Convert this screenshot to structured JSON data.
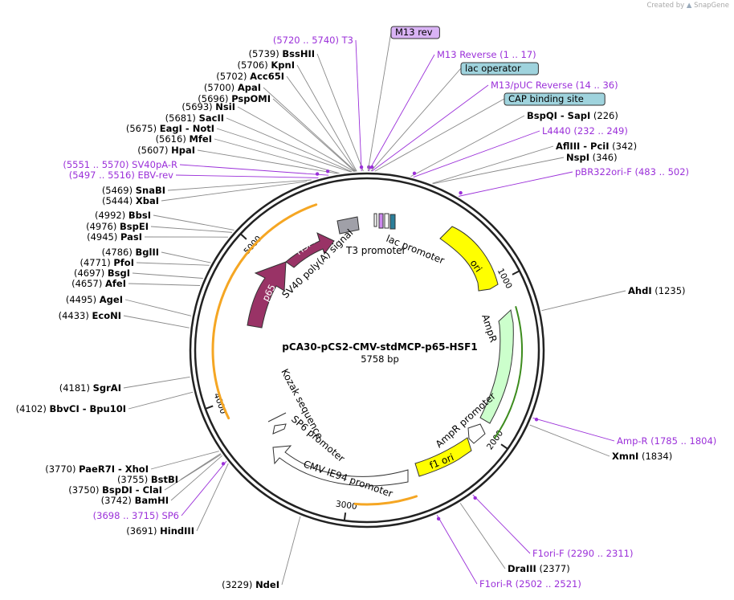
{
  "credit": {
    "prefix": "Created by",
    "brand": "SnapGene"
  },
  "plasmid": {
    "name": "pCA30-pCS2-CMV-stdMCP-p65-HSF1",
    "length": "5758 bp",
    "total_bp": 5758
  },
  "ruler_ticks": [
    "1000",
    "2000",
    "3000",
    "4000",
    "5000"
  ],
  "sites": [
    {
      "pos": "(5739)",
      "name": "BssHII",
      "bp": 5739,
      "side": "L"
    },
    {
      "pos": "(5706)",
      "name": "KpnI",
      "bp": 5706,
      "side": "L"
    },
    {
      "pos": "(5702)",
      "name": "Acc65I",
      "bp": 5702,
      "side": "L"
    },
    {
      "pos": "(5700)",
      "name": "ApaI",
      "bp": 5700,
      "side": "L"
    },
    {
      "pos": "(5696)",
      "name": "PspOMI",
      "bp": 5696,
      "side": "L"
    },
    {
      "pos": "(5693)",
      "name": "NsiI",
      "bp": 5693,
      "side": "L"
    },
    {
      "pos": "(5681)",
      "name": "SacII",
      "bp": 5681,
      "side": "L"
    },
    {
      "pos": "(5675)",
      "name": "EagI - NotI",
      "bp": 5675,
      "side": "L"
    },
    {
      "pos": "(5616)",
      "name": "MfeI",
      "bp": 5616,
      "side": "L"
    },
    {
      "pos": "(5607)",
      "name": "HpaI",
      "bp": 5607,
      "side": "L"
    },
    {
      "pos": "(5469)",
      "name": "SnaBI",
      "bp": 5469,
      "side": "L"
    },
    {
      "pos": "(5444)",
      "name": "XbaI",
      "bp": 5444,
      "side": "L"
    },
    {
      "pos": "(4992)",
      "name": "BbsI",
      "bp": 4992,
      "side": "L"
    },
    {
      "pos": "(4976)",
      "name": "BspEI",
      "bp": 4976,
      "side": "L"
    },
    {
      "pos": "(4945)",
      "name": "PasI",
      "bp": 4945,
      "side": "L"
    },
    {
      "pos": "(4786)",
      "name": "BglII",
      "bp": 4786,
      "side": "L"
    },
    {
      "pos": "(4771)",
      "name": "PfoI",
      "bp": 4771,
      "side": "L"
    },
    {
      "pos": "(4697)",
      "name": "BsgI",
      "bp": 4697,
      "side": "L"
    },
    {
      "pos": "(4657)",
      "name": "AfeI",
      "bp": 4657,
      "side": "L"
    },
    {
      "pos": "(4495)",
      "name": "AgeI",
      "bp": 4495,
      "side": "L"
    },
    {
      "pos": "(4433)",
      "name": "EcoNI",
      "bp": 4433,
      "side": "L"
    },
    {
      "pos": "(4181)",
      "name": "SgrAI",
      "bp": 4181,
      "side": "L"
    },
    {
      "pos": "(4102)",
      "name": "BbvCI - Bpu10I",
      "bp": 4102,
      "side": "L"
    },
    {
      "pos": "(3770)",
      "name": "PaeR7I - XhoI",
      "bp": 3770,
      "side": "L"
    },
    {
      "pos": "(3755)",
      "name": "BstBI",
      "bp": 3755,
      "side": "L"
    },
    {
      "pos": "(3750)",
      "name": "BspDI - ClaI",
      "bp": 3750,
      "side": "L"
    },
    {
      "pos": "(3742)",
      "name": "BamHI",
      "bp": 3742,
      "side": "L"
    },
    {
      "pos": "(3691)",
      "name": "HindIII",
      "bp": 3691,
      "side": "L"
    },
    {
      "pos": "(3229)",
      "name": "NdeI",
      "bp": 3229,
      "side": "L"
    },
    {
      "pos": "(226)",
      "name": "BspQI - SapI",
      "bp": 226,
      "side": "R"
    },
    {
      "pos": "(342)",
      "name": "AflIII - PciI",
      "bp": 342,
      "side": "R"
    },
    {
      "pos": "(346)",
      "name": "NspI",
      "bp": 346,
      "side": "R"
    },
    {
      "pos": "(1235)",
      "name": "AhdI",
      "bp": 1235,
      "side": "R"
    },
    {
      "pos": "(1834)",
      "name": "XmnI",
      "bp": 1834,
      "side": "R"
    },
    {
      "pos": "(2377)",
      "name": "DraIII",
      "bp": 2377,
      "side": "R"
    }
  ],
  "primers": [
    {
      "name": "T3",
      "range": "(5720 .. 5740)",
      "side": "L",
      "bp": 5730
    },
    {
      "name": "SV40pA-R",
      "range": "(5551 .. 5570)",
      "side": "L",
      "bp": 5560
    },
    {
      "name": "EBV-rev",
      "range": "(5497 .. 5516)",
      "side": "L",
      "bp": 5506
    },
    {
      "name": "SP6",
      "range": "(3698 .. 3715)",
      "side": "L",
      "bp": 3706
    },
    {
      "name": "M13 Reverse",
      "range": "(1 .. 17)",
      "side": "R",
      "bp": 9
    },
    {
      "name": "M13/pUC Reverse",
      "range": "(14 .. 36)",
      "side": "R",
      "bp": 25
    },
    {
      "name": "L4440",
      "range": "(232 .. 249)",
      "side": "R",
      "bp": 240
    },
    {
      "name": "pBR322ori-F",
      "range": "(483 .. 502)",
      "side": "R",
      "bp": 492
    },
    {
      "name": "Amp-R",
      "range": "(1785 .. 1804)",
      "side": "R",
      "bp": 1795
    },
    {
      "name": "F1ori-F",
      "range": "(2290 .. 2311)",
      "side": "R",
      "bp": 2300
    },
    {
      "name": "F1ori-R",
      "range": "(2502 .. 2521)",
      "side": "R",
      "bp": 2511
    }
  ],
  "boxed_features": [
    {
      "name": "M13 rev",
      "color": "#d9b3f5",
      "bp": 5
    },
    {
      "name": "lac operator",
      "color": "#9fd3dd",
      "bp": 20
    },
    {
      "name": "CAP binding site",
      "color": "#9fd3dd",
      "bp": 40
    }
  ],
  "features": [
    {
      "name": "ori",
      "color": "#ffff00"
    },
    {
      "name": "AmpR",
      "color": "#ccffcc"
    },
    {
      "name": "AmpR promoter",
      "color": "#ffffff"
    },
    {
      "name": "f1 ori",
      "color": "#ffff00"
    },
    {
      "name": "CMV IE94 promoter",
      "color": "#ffffff"
    },
    {
      "name": "SP6 promoter",
      "color": "#ffffff"
    },
    {
      "name": "Kozak sequence",
      "color": "#ffffff"
    },
    {
      "name": "p65",
      "color": "#993366"
    },
    {
      "name": "HSF1",
      "color": "#993366"
    },
    {
      "name": "SV40 poly(A) signal",
      "color": "#a0a0a8"
    },
    {
      "name": "T3 promoter",
      "color": "#ffffff"
    },
    {
      "name": "lac promoter",
      "color": "#ffffff"
    }
  ],
  "colors": {
    "primer": "#9b30d9",
    "orf_arc": "#f5a623",
    "leader": "#888888"
  }
}
